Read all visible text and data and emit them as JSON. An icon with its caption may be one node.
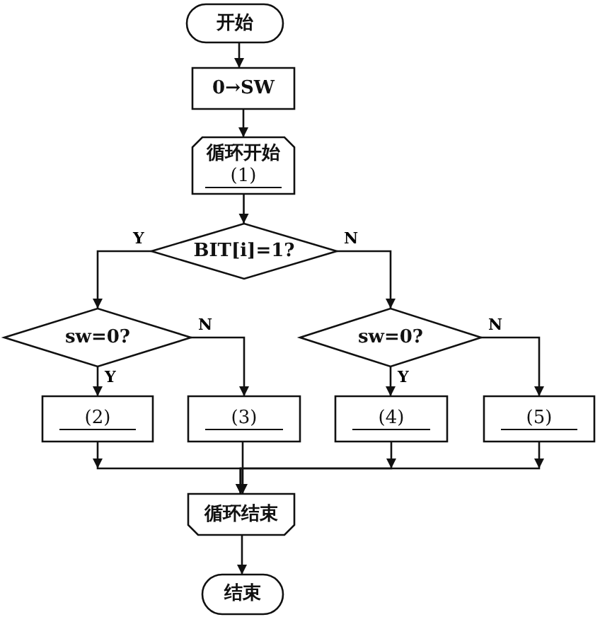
{
  "diagram": {
    "nodes": [
      {
        "text": [
          "开始"
        ]
      },
      {
        "text": [
          "0→SW"
        ]
      },
      {
        "text": [
          "循环开始",
          "(1)"
        ]
      },
      {
        "text": [
          "BIT[i]=1?"
        ]
      },
      {
        "text": [
          "sw=0?"
        ]
      },
      {
        "text": [
          "sw=0?"
        ]
      },
      {
        "text": [
          "(2)"
        ]
      },
      {
        "text": [
          "(3)"
        ]
      },
      {
        "text": [
          "(4)"
        ]
      },
      {
        "text": [
          "(5)"
        ]
      },
      {
        "text": [
          "循环结束"
        ]
      },
      {
        "text": [
          "结束"
        ]
      }
    ],
    "edges": [
      {
        "from": 0,
        "to": 1,
        "arrow": "to"
      },
      {
        "from": 1,
        "to": 2,
        "arrow": "to"
      },
      {
        "from": 2,
        "to": 3,
        "arrow": "to"
      },
      {
        "from": 3,
        "to": 4,
        "arrow": "to",
        "label": "Y"
      },
      {
        "from": 3,
        "to": 5,
        "arrow": "to",
        "label": "N"
      },
      {
        "from": 4,
        "to": 6,
        "arrow": "to",
        "label": "Y"
      },
      {
        "from": 4,
        "to": 7,
        "arrow": "to",
        "label": "N"
      },
      {
        "from": 5,
        "to": 8,
        "arrow": "to",
        "label": "Y"
      },
      {
        "from": 5,
        "to": 9,
        "arrow": "to",
        "label": "N"
      },
      {
        "from": 6,
        "to": 10,
        "arrow": "to"
      },
      {
        "from": 7,
        "to": 10,
        "arrow": "to"
      },
      {
        "from": 8,
        "to": 10,
        "arrow": "to"
      },
      {
        "from": 9,
        "to": 10,
        "arrow": "to"
      },
      {
        "from": 10,
        "to": 11,
        "arrow": "to"
      }
    ]
  }
}
